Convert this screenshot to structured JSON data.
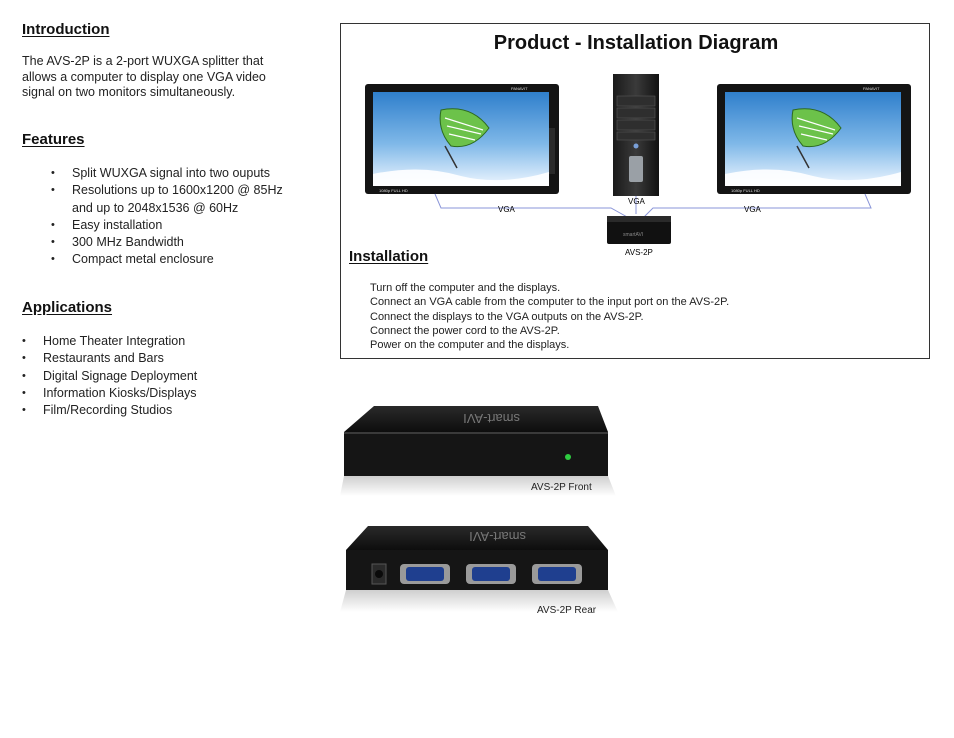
{
  "introduction": {
    "heading": "Introduction",
    "lines": [
      "The AVS-2P is a 2-port WUXGA splitter that",
      "allows a computer to display one VGA video",
      "signal on two monitors simultaneously."
    ]
  },
  "features": {
    "heading": "Features",
    "items": [
      [
        "Split WUXGA signal into two ouputs"
      ],
      [
        "Resolutions up to 1600x1200 @ 85Hz",
        "and up to 2048x1536 @ 60Hz"
      ],
      [
        "Easy installation"
      ],
      [
        "300 MHz Bandwidth"
      ],
      [
        "Compact metal enclosure"
      ]
    ]
  },
  "applications": {
    "heading": "Applications",
    "items": [
      "Home Theater Integration",
      "Restaurants and Bars",
      "Digital Signage Deployment",
      "Information Kiosks/Displays",
      "Film/Recording Studios"
    ]
  },
  "diagram": {
    "title": "Product  -  Installation Diagram",
    "labels": {
      "vga_left": "VGA",
      "vga_center": "VGA",
      "vga_right": "VGA",
      "splitter": "AVS-2P",
      "monitor_brand": "PANAVIT",
      "monitor_badge": "1080p FULL HD",
      "device_brand": "smartAVI"
    },
    "colors": {
      "cable": "#8a95d8",
      "sky": "#5aa0dc"
    }
  },
  "installation": {
    "heading": "Installation",
    "steps": [
      "Turn off the computer and the displays.",
      "Connect an VGA cable from the computer to the input port on the AVS-2P.",
      "Connect the displays to the VGA outputs on the AVS-2P.",
      "Connect the power cord to the AVS-2P.",
      "Power on the computer and the displays."
    ]
  },
  "photos": {
    "front_caption": "AVS-2P Front",
    "rear_caption": "AVS-2P Rear",
    "device_brand": "smart-AVI",
    "device_model": "AVS-2P",
    "led_color": "#2ecc40"
  }
}
